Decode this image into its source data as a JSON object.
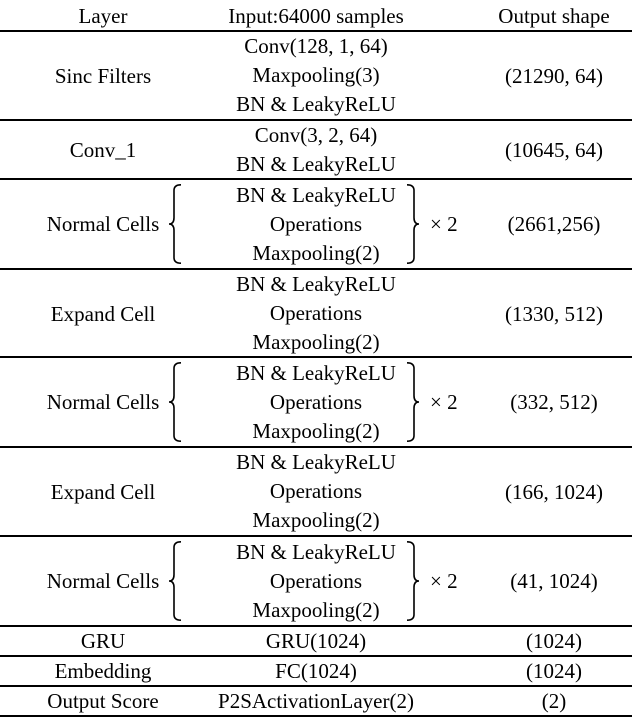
{
  "header": {
    "layer": "Layer",
    "input": "Input:64000 samples",
    "output": "Output shape"
  },
  "rows": [
    {
      "layer": "Sinc Filters",
      "ops": [
        "Conv(128, 1, 64)",
        "Maxpooling(3)",
        "BN & LeakyReLU"
      ],
      "output": "(21290, 64)",
      "repeat": ""
    },
    {
      "layer": "Conv_1",
      "ops": [
        "Conv(3, 2, 64)",
        "BN & LeakyReLU"
      ],
      "output": "(10645, 64)",
      "repeat": ""
    },
    {
      "layer": "Normal Cells",
      "ops": [
        "BN & LeakyReLU",
        "Operations",
        "Maxpooling(2)"
      ],
      "output": "(2661,256)",
      "repeat": "× 2"
    },
    {
      "layer": "Expand Cell",
      "ops": [
        "BN & LeakyReLU",
        "Operations",
        "Maxpooling(2)"
      ],
      "output": "(1330, 512)",
      "repeat": ""
    },
    {
      "layer": "Normal Cells",
      "ops": [
        "BN & LeakyReLU",
        "Operations",
        "Maxpooling(2)"
      ],
      "output": "(332, 512)",
      "repeat": "× 2"
    },
    {
      "layer": "Expand Cell",
      "ops": [
        "BN & LeakyReLU",
        "Operations",
        "Maxpooling(2)"
      ],
      "output": "(166, 1024)",
      "repeat": ""
    },
    {
      "layer": "Normal Cells",
      "ops": [
        "BN & LeakyReLU",
        "Operations",
        "Maxpooling(2)"
      ],
      "output": "(41, 1024)",
      "repeat": "× 2"
    },
    {
      "layer": "GRU",
      "ops": [
        "GRU(1024)"
      ],
      "output": "(1024)",
      "repeat": ""
    },
    {
      "layer": "Embedding",
      "ops": [
        "FC(1024)"
      ],
      "output": "(1024)",
      "repeat": ""
    },
    {
      "layer": "Output Score",
      "ops": [
        "P2SActivationLayer(2)"
      ],
      "output": "(2)",
      "repeat": ""
    }
  ]
}
